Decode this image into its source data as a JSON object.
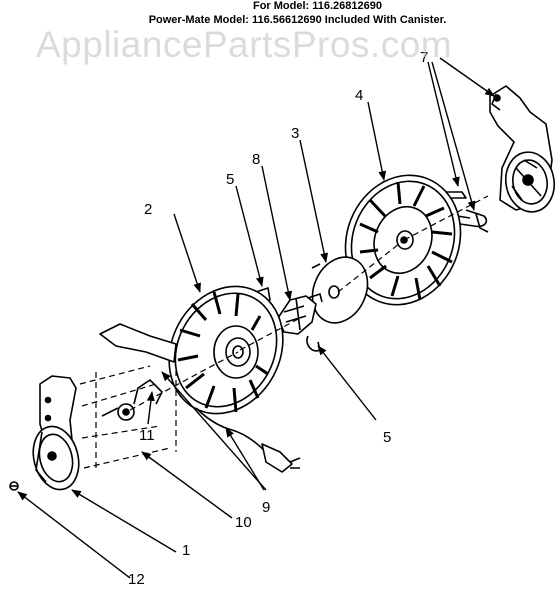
{
  "header": {
    "line1": "For Model: 116.26812690",
    "line2": "Power-Mate Model: 116.56612690   Included With Canister."
  },
  "watermark": "AppliancePartsPros.com",
  "callouts": [
    {
      "id": "c7",
      "text": "7"
    },
    {
      "id": "c4",
      "text": "4"
    },
    {
      "id": "c3",
      "text": "3"
    },
    {
      "id": "c8",
      "text": "8"
    },
    {
      "id": "c5a",
      "text": "5"
    },
    {
      "id": "c2",
      "text": "2"
    },
    {
      "id": "c5b",
      "text": "5"
    },
    {
      "id": "c11",
      "text": "11"
    },
    {
      "id": "c9",
      "text": "9"
    },
    {
      "id": "c10",
      "text": "10"
    },
    {
      "id": "c1",
      "text": "1"
    },
    {
      "id": "c12",
      "text": "12"
    }
  ],
  "colors": {
    "line": "#000000",
    "watermark": "#bebebe",
    "background": "#ffffff"
  }
}
